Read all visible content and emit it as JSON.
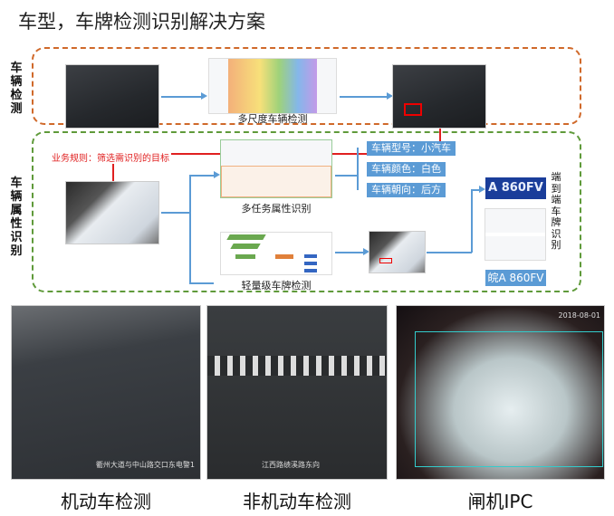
{
  "title": "车型，车牌检测识别解决方案",
  "sections": {
    "vehicle_detection": {
      "label": "车辆检测",
      "model_caption": "多尺度车辆检测"
    },
    "attribute_recognition": {
      "label": "车辆属性识别",
      "rule_text": "业务规则：筛选需识别的目标",
      "multitask_caption": "多任务属性识别",
      "plate_detect_caption": "轻量级车牌检测",
      "attributes": [
        "车辆型号：小汽车",
        "车辆颜色：白色",
        "车辆朝向：后方"
      ],
      "plate_image_text": "A 860FV",
      "plate_result": "皖A 860FV",
      "e2e_label": "端到端车牌识别"
    }
  },
  "bottom": {
    "captions": [
      "机动车检测",
      "非机动车检测",
      "闸机IPC"
    ],
    "overlays": [
      "衢州大道与中山路交口东电警1",
      "江西路绩溪路东向",
      "2018-08-01"
    ]
  },
  "colors": {
    "detection_border": "#d0692a",
    "attribute_border": "#5f9a3a",
    "tag_bg": "#5b9bd5",
    "flow_red": "#e02020"
  }
}
